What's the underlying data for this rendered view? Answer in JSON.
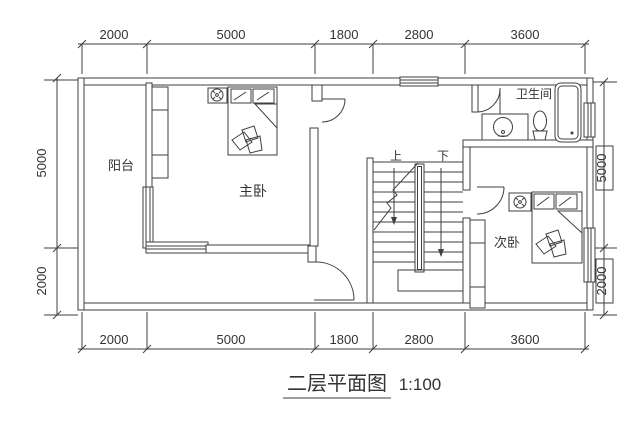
{
  "drawing": {
    "title": "二层平面图",
    "scale_label": "1:100",
    "type": "floor-plan",
    "colors": {
      "line": "#3f3f3f",
      "background": "#ffffff",
      "text": "#333333"
    }
  },
  "rooms": {
    "balcony": {
      "label": "阳台"
    },
    "master_bedroom": {
      "label": "主卧"
    },
    "second_bedroom": {
      "label": "次卧"
    },
    "bathroom": {
      "label": "卫生间"
    }
  },
  "stairs": {
    "up_label": "上",
    "down_label": "下"
  },
  "dimensions_mm": {
    "top": [
      "2000",
      "5000",
      "1800",
      "2800",
      "3600"
    ],
    "bottom": [
      "2000",
      "5000",
      "1800",
      "2800",
      "3600"
    ],
    "left": [
      "5000",
      "2000"
    ],
    "right": [
      "5000",
      "2000"
    ]
  }
}
